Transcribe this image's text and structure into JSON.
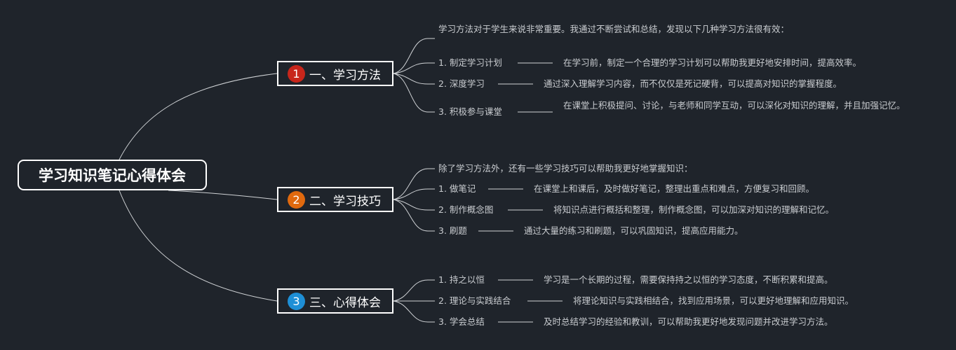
{
  "root": "学习知识笔记心得体会",
  "colors": {
    "background": "#1f242b",
    "line": "#d0d3d6",
    "badge1": "#c8261b",
    "badge2": "#e0690e",
    "badge3": "#1e8fd6"
  },
  "branches": [
    {
      "badge": "1",
      "title": "一、学习方法",
      "intro": "学习方法对于学生来说非常重要。我通过不断尝试和总结，发现以下几种学习方法很有效：",
      "items": [
        {
          "label": "1. 制定学习计划",
          "desc": "在学习前，制定一个合理的学习计划可以帮助我更好地安排时间，提高效率。"
        },
        {
          "label": "2. 深度学习",
          "desc": "通过深入理解学习内容，而不仅仅是死记硬背，可以提高对知识的掌握程度。"
        },
        {
          "label": "3. 积极参与课堂",
          "desc": "在课堂上积极提问、讨论，与老师和同学互动，可以深化对知识的理解，并且加强记忆。"
        }
      ]
    },
    {
      "badge": "2",
      "title": "二、学习技巧",
      "intro": "除了学习方法外，还有一些学习技巧可以帮助我更好地掌握知识：",
      "items": [
        {
          "label": "1. 做笔记",
          "desc": "在课堂上和课后，及时做好笔记，整理出重点和难点，方便复习和回顾。"
        },
        {
          "label": "2. 制作概念图",
          "desc": "将知识点进行概括和整理，制作概念图，可以加深对知识的理解和记忆。"
        },
        {
          "label": "3. 刷题",
          "desc": "通过大量的练习和刷题，可以巩固知识，提高应用能力。"
        }
      ]
    },
    {
      "badge": "3",
      "title": "三、心得体会",
      "items": [
        {
          "label": "1. 持之以恒",
          "desc": "学习是一个长期的过程，需要保持持之以恒的学习态度，不断积累和提高。"
        },
        {
          "label": "2. 理论与实践结合",
          "desc": "将理论知识与实践相结合，找到应用场景，可以更好地理解和应用知识。"
        },
        {
          "label": "3. 学会总结",
          "desc": "及时总结学习的经验和教训，可以帮助我更好地发现问题并改进学习方法。"
        }
      ]
    }
  ]
}
